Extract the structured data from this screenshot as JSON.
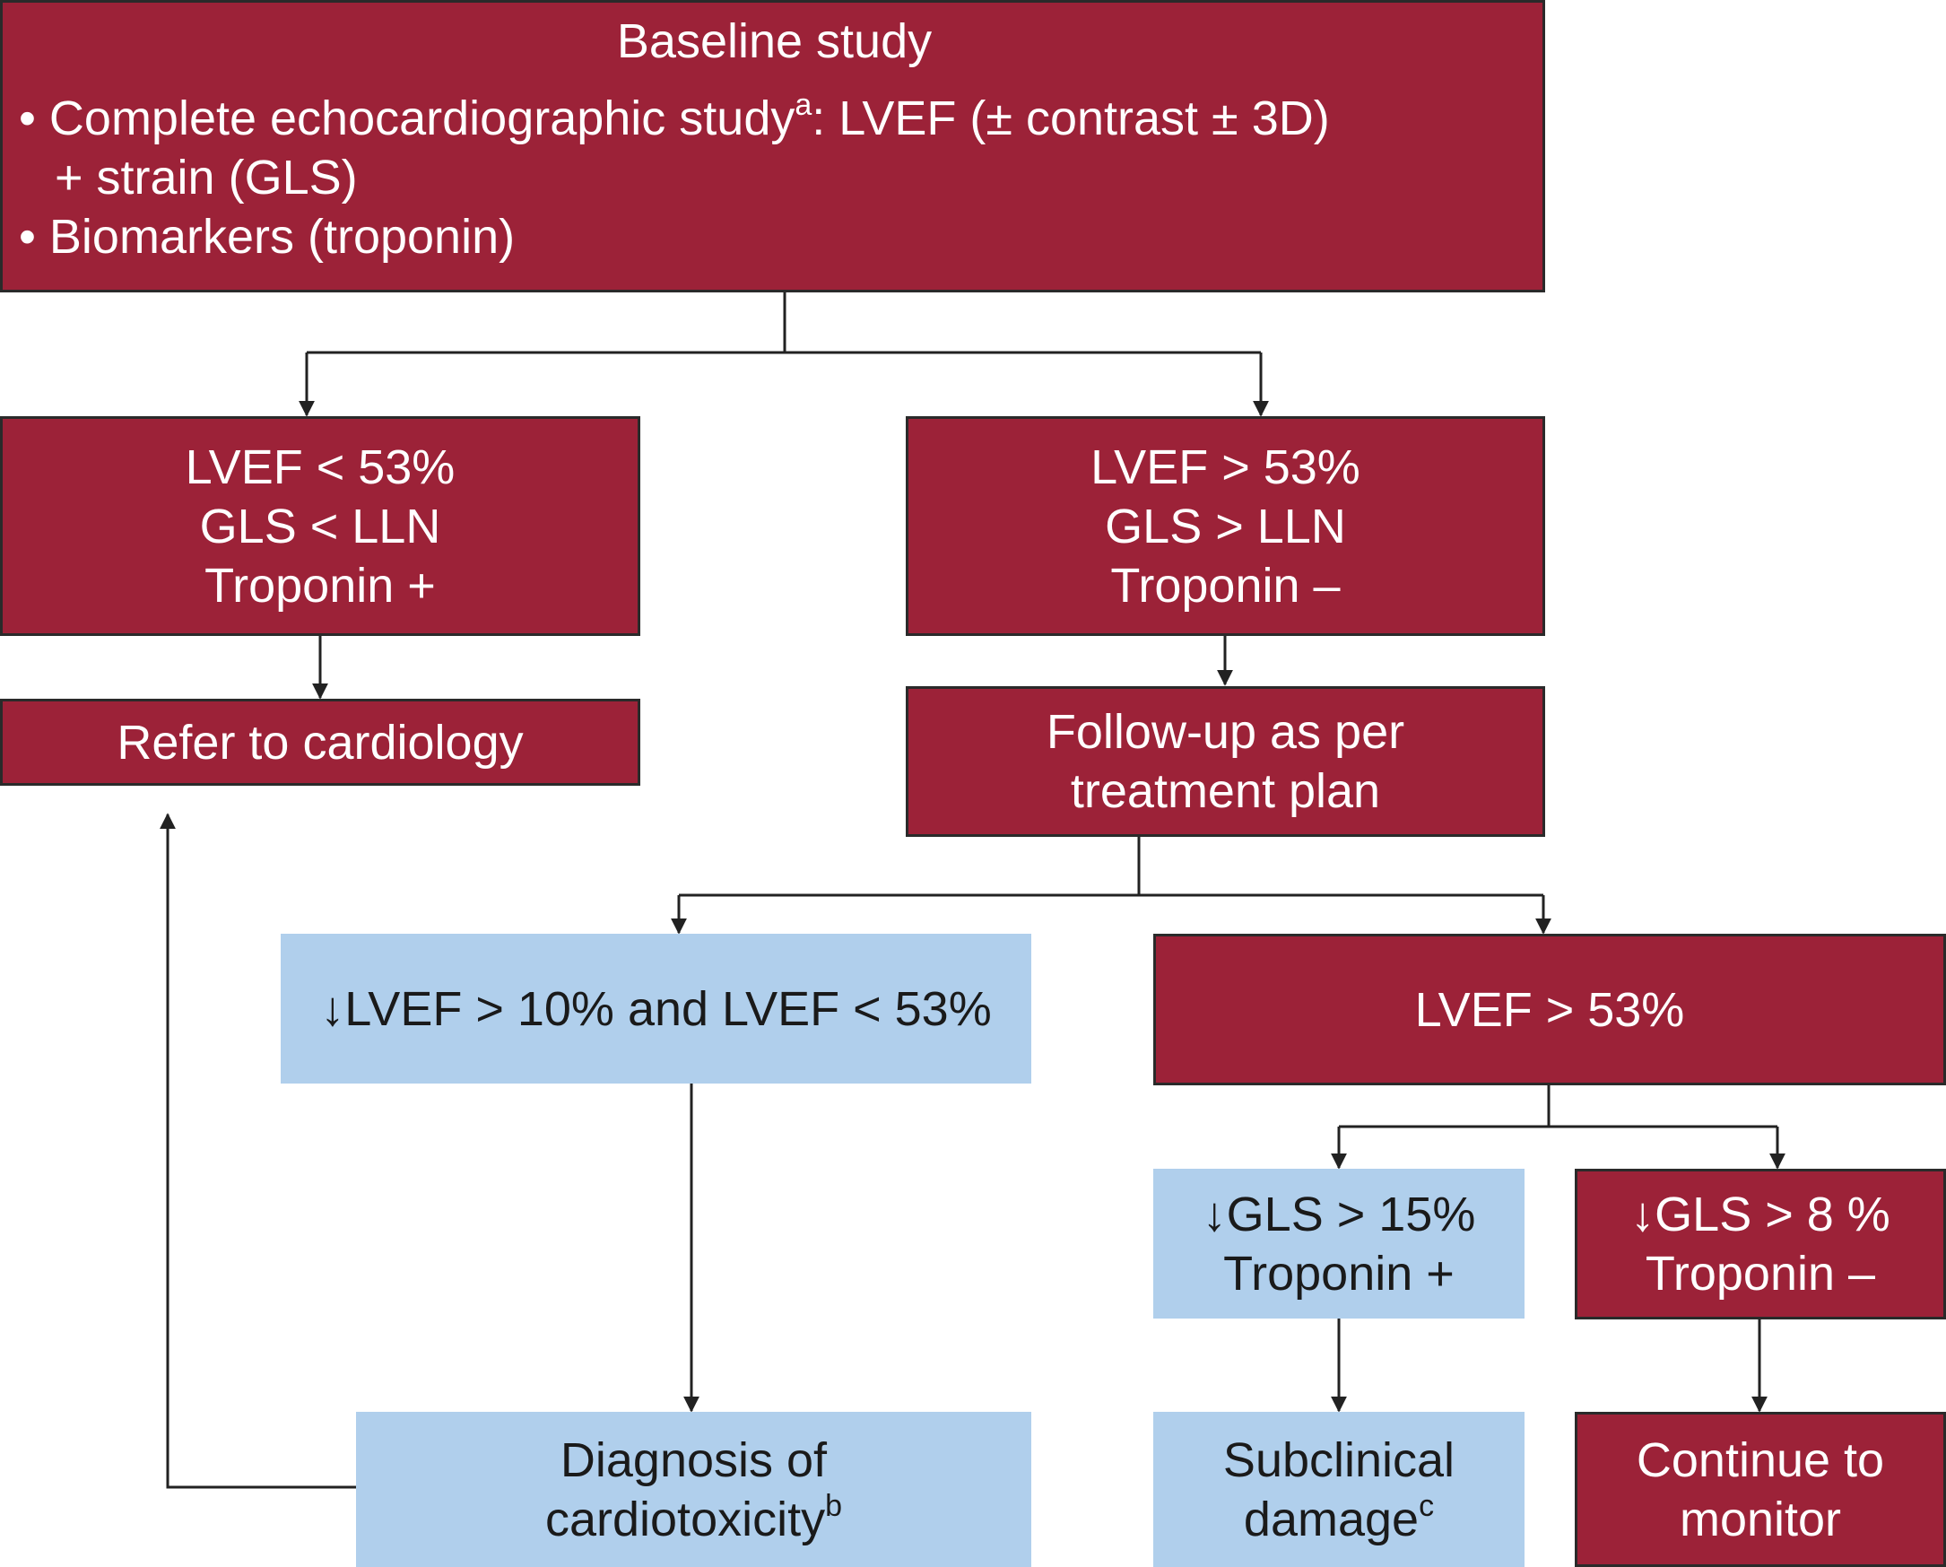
{
  "colors": {
    "red_box": "#9c2238",
    "blue_box": "#b0cfec",
    "connector": "#222222"
  },
  "nodes": {
    "baseline": {
      "title": "Baseline study",
      "bullet1_main": "• Complete echocardiographic study",
      "bullet1_sup": "a",
      "bullet1_rest": ": LVEF (± contrast ± 3D)",
      "bullet1_cont": "+ strain (GLS)",
      "bullet2": "• Biomarkers (troponin)"
    },
    "abnormal_baseline": {
      "line1": "LVEF < 53%",
      "line2": "GLS < LLN",
      "line3": "Troponin +"
    },
    "normal_baseline": {
      "line1": "LVEF > 53%",
      "line2": "GLS > LLN",
      "line3": "Troponin –"
    },
    "refer": {
      "text": "Refer to cardiology"
    },
    "followup": {
      "line1": "Follow-up as per",
      "line2": "treatment plan"
    },
    "lvef_drop": {
      "text": "↓LVEF > 10% and LVEF < 53%"
    },
    "lvef_ok": {
      "text": "LVEF > 53%"
    },
    "gls_15": {
      "line1": "↓GLS > 15%",
      "line2": "Troponin +"
    },
    "gls_8": {
      "line1": "↓GLS > 8 %",
      "line2": "Troponin –"
    },
    "diagnosis": {
      "line1": "Diagnosis of",
      "line2": "cardiotoxicity",
      "sup": "b"
    },
    "subclinical": {
      "line1": "Subclinical",
      "line2": "damage",
      "sup": "c"
    },
    "monitor": {
      "line1": "Continue to",
      "line2": "monitor"
    }
  }
}
